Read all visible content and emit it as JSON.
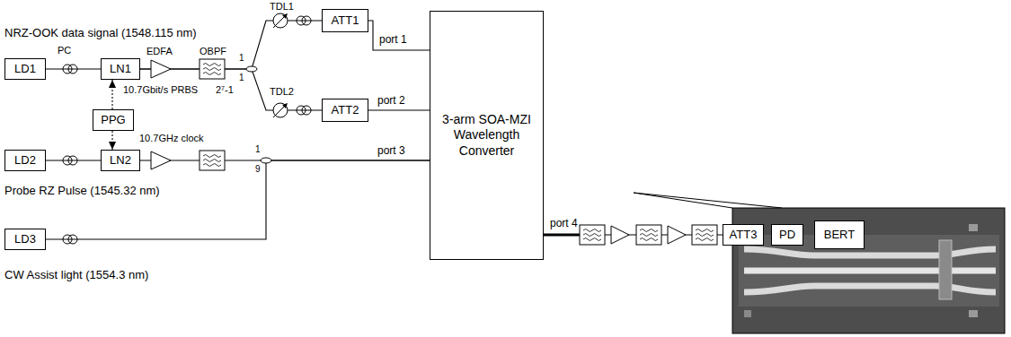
{
  "diagram": {
    "nodes": [
      {
        "text": [
          "LD1"
        ]
      },
      {
        "text": [
          "LN1"
        ]
      },
      {
        "text": [
          "PPG"
        ]
      },
      {
        "text": [
          "LD2"
        ]
      },
      {
        "text": [
          "LN2"
        ]
      },
      {
        "text": [
          "LD3"
        ]
      },
      {
        "text": [
          "ATT1"
        ]
      },
      {
        "text": [
          "ATT2"
        ]
      },
      {
        "text": [
          "3-arm SOA-MZI Wavelength Converter"
        ]
      },
      {
        "text": [
          "ATT3"
        ]
      },
      {
        "text": [
          "PD"
        ]
      },
      {
        "text": [
          "BERT"
        ]
      }
    ],
    "edges": [
      {
        "from": 0,
        "to": 1,
        "arrow": "none"
      },
      {
        "from": 2,
        "to": 1,
        "arrow": "to"
      },
      {
        "from": 2,
        "to": 4,
        "arrow": "to"
      },
      {
        "from": 3,
        "to": 4,
        "arrow": "none"
      },
      {
        "from": 1,
        "to": 6,
        "arrow": "none"
      },
      {
        "from": 1,
        "to": 7,
        "arrow": "none"
      },
      {
        "from": 6,
        "to": 8,
        "label": "port 1",
        "arrow": "none"
      },
      {
        "from": 7,
        "to": 8,
        "label": "port 2",
        "arrow": "none"
      },
      {
        "from": 4,
        "to": 8,
        "label": "port 3",
        "arrow": "none"
      },
      {
        "from": 5,
        "to": 8,
        "arrow": "none"
      },
      {
        "from": 8,
        "to": 9,
        "label": "port 4",
        "arrow": "none"
      },
      {
        "from": 9,
        "to": 10,
        "arrow": "none"
      },
      {
        "from": 10,
        "to": 11,
        "arrow": "to"
      }
    ],
    "labels": [
      "NRZ-OOK data signal (1548.115 nm)",
      "PC",
      "EDFA",
      "OBPF",
      "1",
      "1",
      "TDL1",
      "TDL2",
      "10.7Gbit/s PRBS",
      "2⁷-1",
      "10.7GHz clock",
      "Probe RZ Pulse (1545.32 nm)",
      "1",
      "9",
      "CW Assist light (1554.3 nm)"
    ]
  }
}
